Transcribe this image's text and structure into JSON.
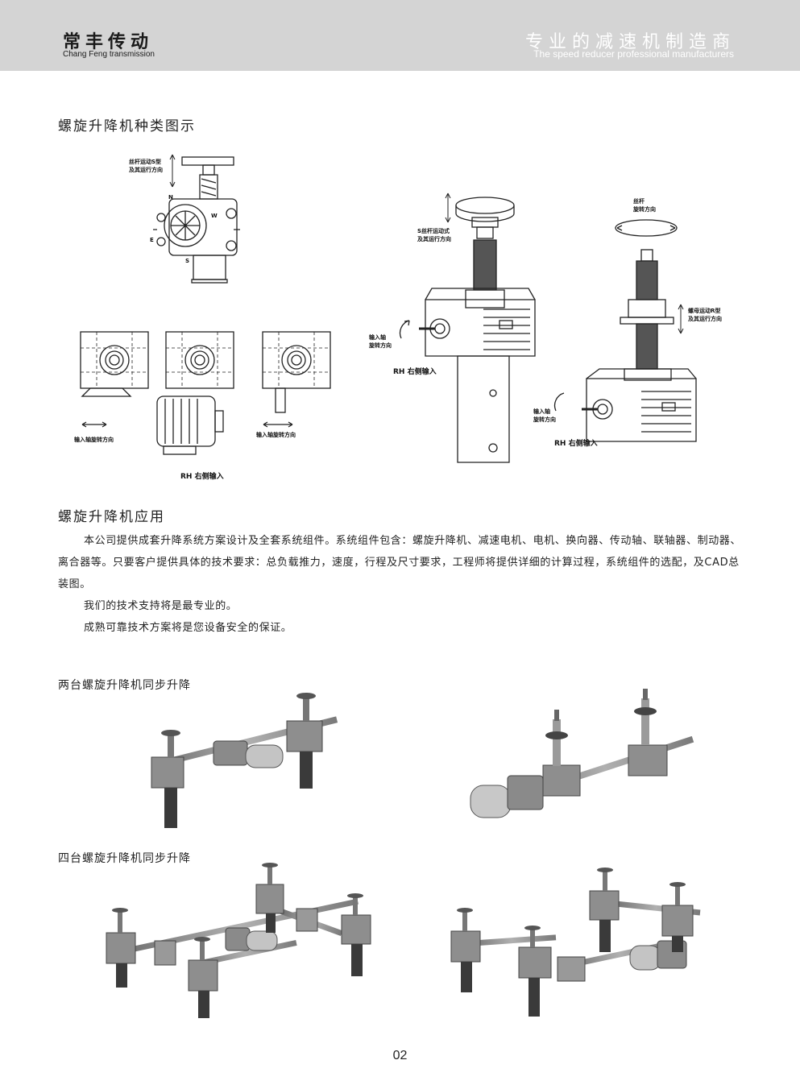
{
  "header": {
    "brand_cn": "常丰传动",
    "brand_en": "Chang Feng transmission",
    "tagline_cn": "专业的减速机制造商",
    "tagline_en": "The speed reducer professional manufacturers"
  },
  "types_section": {
    "title": "螺旋升降机种类图示",
    "labels": {
      "s_type_motion": [
        "丝杆运动S型",
        "及其运行方向"
      ],
      "n": "N",
      "e": "E",
      "w": "W",
      "s": "S",
      "input_rotation_left": "输入轴旋转方向",
      "input_rotation_right": "输入轴旋转方向",
      "rh_input_bottom": "RH 右侧输入",
      "s_motion_type": [
        "S丝杆运动式",
        "及其运行方向"
      ],
      "input_shaft_rotation": [
        "输入轴",
        "旋转方向"
      ],
      "rh_input_middle": "RH 右侧输入",
      "screw_rotation": [
        "丝杆",
        "旋转方向"
      ],
      "nut_motion": [
        "螺母运动R型",
        "及其运行方向"
      ],
      "input_shaft_rotation_2": [
        "输入轴",
        "旋转方向"
      ],
      "rh_input_right": "RH 右侧输入"
    }
  },
  "applications_section": {
    "title": "螺旋升降机应用",
    "paragraphs": [
      "本公司提供成套升降系统方案设计及全套系统组件。系统组件包含：螺旋升降机、减速电机、电机、换向器、传动轴、联轴器、制动器、离合器等。只要客户提供具体的技术要求：总负载推力，速度，行程及尺寸要求，工程师将提供详细的计算过程，系统组件的选配，及CAD总装图。",
      "我们的技术支持将是最专业的。",
      "成熟可靠技术方案将是您设备安全的保证。"
    ]
  },
  "sync_two": {
    "title": "两台螺旋升降机同步升降"
  },
  "sync_four": {
    "title": "四台螺旋升降机同步升降"
  },
  "footer": {
    "page_number": "02"
  },
  "colors": {
    "header_bg": "#d4d4d4",
    "render_gray": "#8a8a8a",
    "render_dark": "#3a3a3a"
  }
}
